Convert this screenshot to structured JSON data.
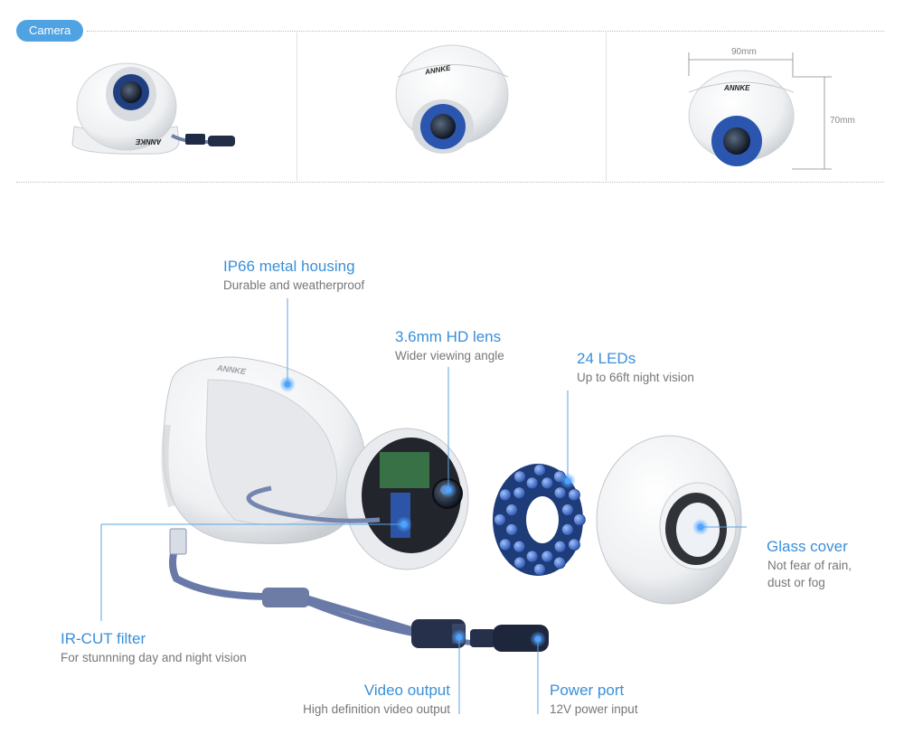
{
  "header": {
    "pill_label": "Camera"
  },
  "dimensions": {
    "width_label": "90mm",
    "height_label": "70mm"
  },
  "brand": "ANNKE",
  "features": {
    "housing": {
      "title": "IP66 metal housing",
      "subtitle": "Durable and weatherproof"
    },
    "lens": {
      "title": "3.6mm HD lens",
      "subtitle": "Wider viewing angle"
    },
    "leds": {
      "title": "24 LEDs",
      "subtitle": "Up to 66ft night vision"
    },
    "glass": {
      "title": "Glass cover",
      "subtitle_line1": "Not fear of rain,",
      "subtitle_line2": "dust or fog"
    },
    "ircut": {
      "title": "IR-CUT  filter",
      "subtitle": "For stunnning day and night vision"
    },
    "video": {
      "title": "Video output",
      "subtitle": "High definition video output"
    },
    "power": {
      "title": "Power port",
      "subtitle": "12V power input"
    }
  },
  "colors": {
    "accent": "#3a8fd9",
    "pill": "#4fa3e3",
    "led": "#4d79c9",
    "callout_line": "#5aa6e6"
  }
}
